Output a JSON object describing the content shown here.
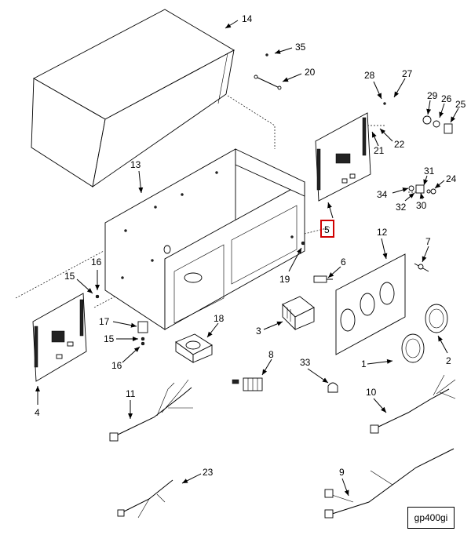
{
  "figure_id": "gp400gi",
  "highlighted_callout": "5",
  "highlight_color": "#d00000",
  "callouts": [
    "14",
    "35",
    "20",
    "28",
    "27",
    "29",
    "26",
    "25",
    "21",
    "22",
    "13",
    "31",
    "24",
    "34",
    "32",
    "30",
    "5",
    "12",
    "7",
    "6",
    "16",
    "15",
    "19",
    "17",
    "15",
    "18",
    "3",
    "16",
    "4",
    "8",
    "33",
    "1",
    "2",
    "11",
    "10",
    "23",
    "9"
  ]
}
